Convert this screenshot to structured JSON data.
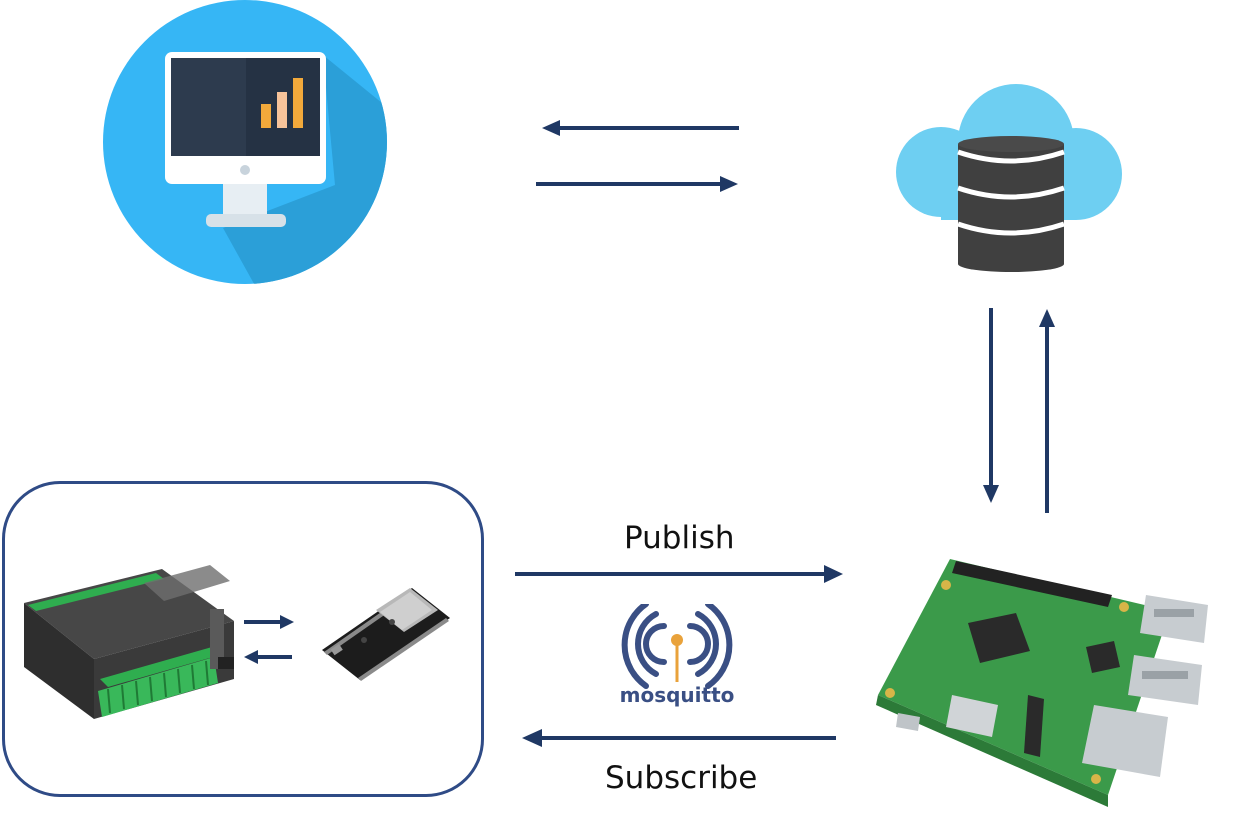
{
  "labels": {
    "publish": "Publish",
    "subscribe": "Subscribe",
    "mosquitto": "mosquitto"
  },
  "icons": {
    "monitor": "monitor-dashboard-icon",
    "cloud_db": "cloud-database-icon",
    "plc": "plc-controller-image",
    "esp32": "esp32-board-image",
    "raspberry_pi": "raspberry-pi-image",
    "mosquitto": "mosquitto-logo"
  },
  "colors": {
    "arrow": "#1f3864",
    "group_border": "#2f4b86",
    "monitor_circle": "#36b6f5",
    "cloud": "#6ecff2",
    "database": "#3f3f3f",
    "mosquitto_brand": "#3a4f84",
    "mosquitto_accent": "#e9a23b"
  }
}
